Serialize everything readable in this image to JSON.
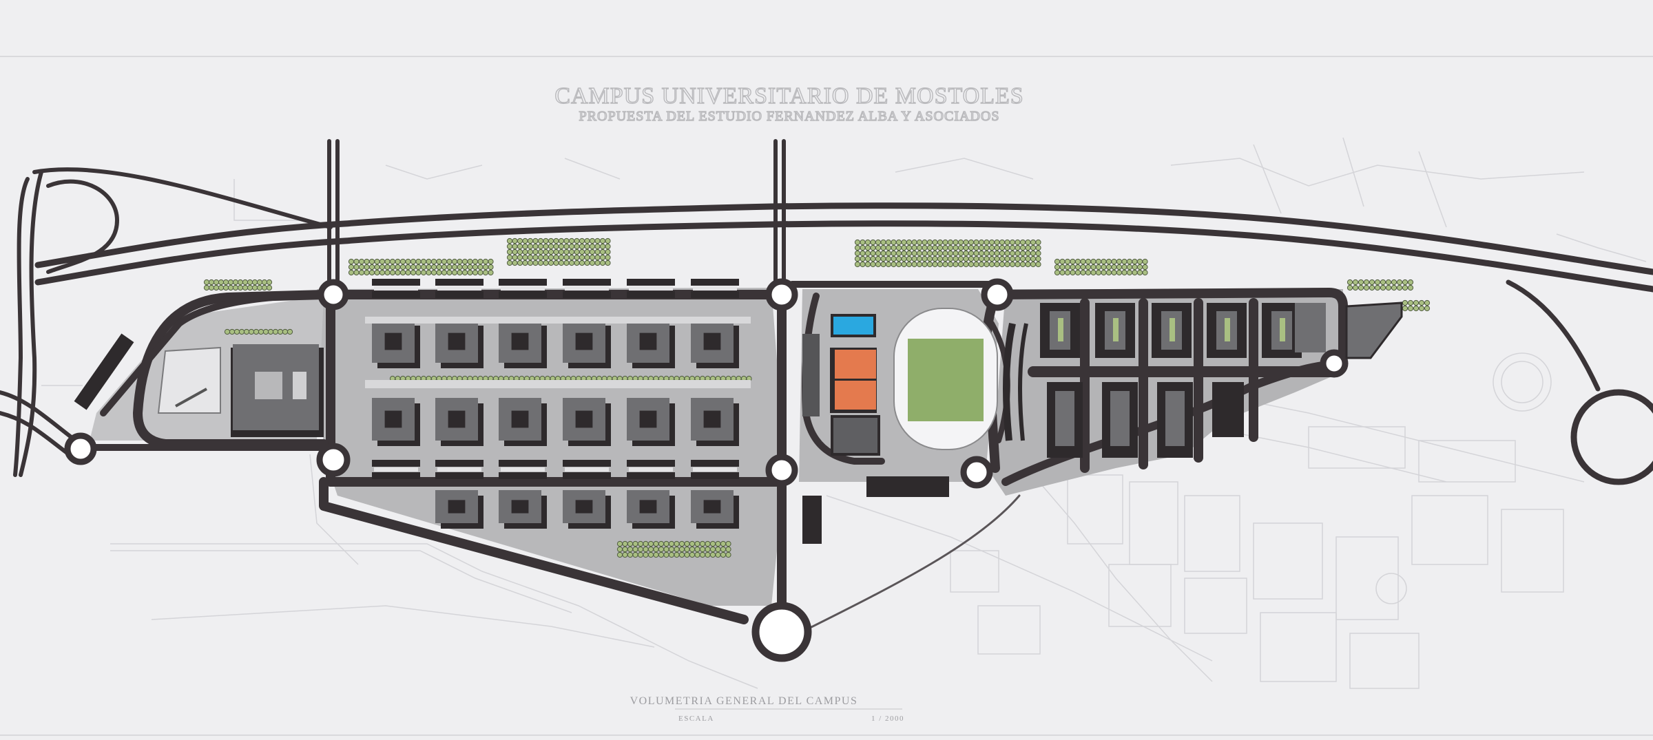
{
  "sheet": {
    "title": "CAMPUS UNIVERSITARIO DE MOSTOLES",
    "subtitle": "PROPUESTA DEL ESTUDIO FERNANDEZ ALBA Y ASOCIADOS",
    "plan_title": "VOLUMETRIA GENERAL DEL CAMPUS",
    "scale_label": "ESCALA",
    "scale_value": "1 / 2000"
  },
  "colors": {
    "paper": "#efeff1",
    "road": "#3a3437",
    "block": "#2e2a2c",
    "campus_ground": "#b8b8ba",
    "building_top": "#6f6f72",
    "pool": "#2aa8e0",
    "courts": "#e47a4e",
    "pitch": "#8fae6a",
    "tree": "#a9bf82",
    "context_line": "#cfcfd3"
  },
  "icons": {
    "roundabout": "roundabout-icon",
    "tree": "tree-icon"
  }
}
